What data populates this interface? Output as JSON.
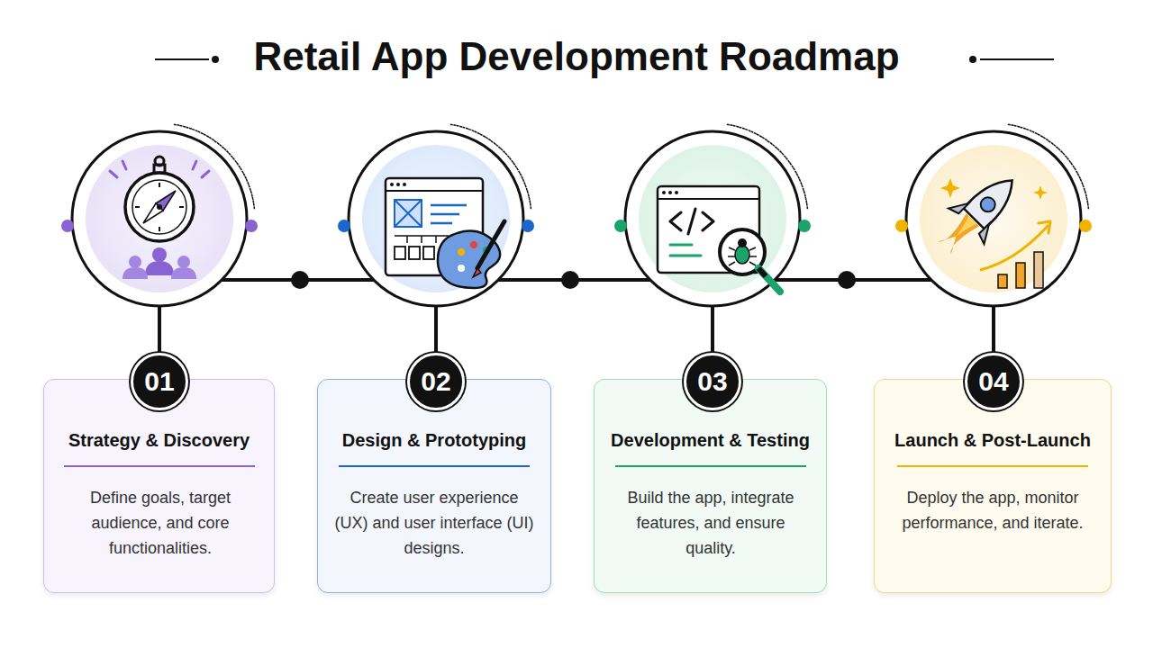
{
  "diagram": {
    "title": "Retail App Development Roadmap",
    "nodes": [
      {
        "text": [
          "01"
        ]
      },
      {
        "text": [
          "Strategy & Discovery",
          "Define goals, target audience, and core functionalities."
        ]
      },
      {
        "text": [
          "02"
        ]
      },
      {
        "text": [
          "Design & Prototyping",
          "Create user experience (UX) and user interface (UI) designs."
        ]
      },
      {
        "text": [
          "03"
        ]
      },
      {
        "text": [
          "Development & Testing",
          "Build the app, integrate features, and ensure quality."
        ]
      },
      {
        "text": [
          "04"
        ]
      },
      {
        "text": [
          "Launch & Post-Launch",
          "Deploy the app, monitor performance, and iterate."
        ]
      }
    ]
  }
}
